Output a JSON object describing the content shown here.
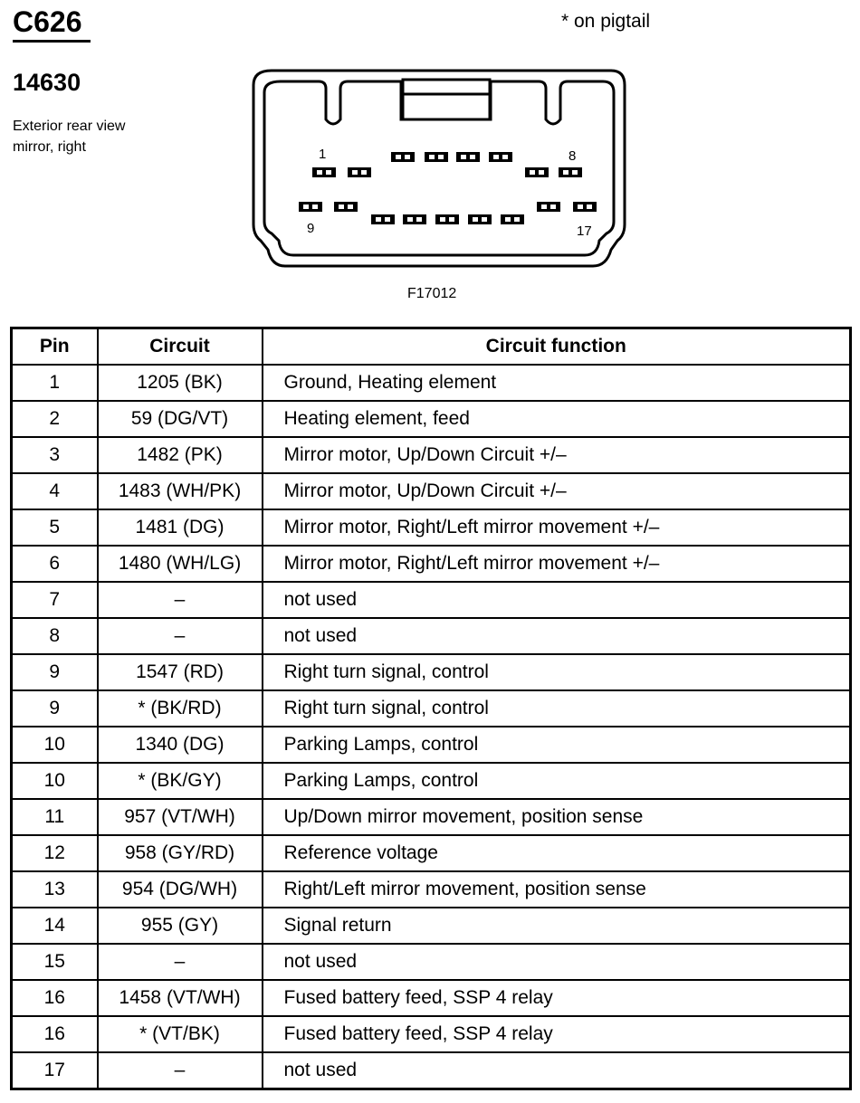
{
  "header": {
    "connector_id": "C626",
    "note": "* on pigtail",
    "part_number": "14630",
    "description": "Exterior rear view mirror, right"
  },
  "diagram": {
    "pin_label_1": "1",
    "pin_label_8": "8",
    "pin_label_9": "9",
    "pin_label_17": "17",
    "figure_code": "F17012"
  },
  "table": {
    "headers": [
      "Pin",
      "Circuit",
      "Circuit function"
    ],
    "rows": [
      {
        "pin": "1",
        "circuit": "1205 (BK)",
        "function": "Ground, Heating element"
      },
      {
        "pin": "2",
        "circuit": "59 (DG/VT)",
        "function": "Heating element, feed"
      },
      {
        "pin": "3",
        "circuit": "1482 (PK)",
        "function": "Mirror motor, Up/Down Circuit +/–"
      },
      {
        "pin": "4",
        "circuit": "1483 (WH/PK)",
        "function": "Mirror motor, Up/Down Circuit +/–"
      },
      {
        "pin": "5",
        "circuit": "1481 (DG)",
        "function": "Mirror motor, Right/Left mirror movement +/–"
      },
      {
        "pin": "6",
        "circuit": "1480 (WH/LG)",
        "function": "Mirror motor, Right/Left mirror movement +/–"
      },
      {
        "pin": "7",
        "circuit": "–",
        "function": "not used"
      },
      {
        "pin": "8",
        "circuit": "–",
        "function": "not used"
      },
      {
        "pin": "9",
        "circuit": "1547 (RD)",
        "function": "Right turn signal, control"
      },
      {
        "pin": "9",
        "circuit": "* (BK/RD)",
        "function": "Right turn signal, control"
      },
      {
        "pin": "10",
        "circuit": "1340 (DG)",
        "function": "Parking Lamps, control"
      },
      {
        "pin": "10",
        "circuit": "* (BK/GY)",
        "function": "Parking Lamps, control"
      },
      {
        "pin": "11",
        "circuit": "957 (VT/WH)",
        "function": "Up/Down mirror movement, position sense"
      },
      {
        "pin": "12",
        "circuit": "958 (GY/RD)",
        "function": "Reference voltage"
      },
      {
        "pin": "13",
        "circuit": "954 (DG/WH)",
        "function": "Right/Left mirror movement, position sense"
      },
      {
        "pin": "14",
        "circuit": "955 (GY)",
        "function": "Signal return"
      },
      {
        "pin": "15",
        "circuit": "–",
        "function": "not used"
      },
      {
        "pin": "16",
        "circuit": "1458 (VT/WH)",
        "function": "Fused battery feed, SSP 4 relay"
      },
      {
        "pin": "16",
        "circuit": "* (VT/BK)",
        "function": "Fused battery feed, SSP 4 relay"
      },
      {
        "pin": "17",
        "circuit": "–",
        "function": "not used"
      }
    ]
  }
}
